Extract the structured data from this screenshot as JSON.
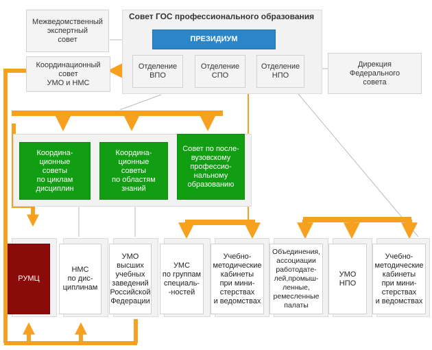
{
  "expert_council": "Межведомственный\nэкспертный\nсовет",
  "council_title": "Совет ГОС профессионального образования",
  "presidium": "ПРЕЗИДИУМ",
  "coord_council": "Координационный\nсовет\nУМО и НМС",
  "dept_vpo": "Отделение\nВПО",
  "dept_spo": "Отделение\nСПО",
  "dept_npo": "Отделение\nНПО",
  "directorate": "Дирекция\nФедерального\nсовета",
  "green_boxes": [
    "Координа-\nционные\nсоветы\nпо циклам\nдисциплин",
    "Координа-\nционные\nсоветы\nпо областям\nзнаний",
    "Совет по после-\nвузовскому\nпрофессио-\nнальному\nобразованию"
  ],
  "bottom_boxes": [
    "РУМЦ",
    "НМС\nпо дис-\nциплинам",
    "УМО\nвысших\nучебных\nзаведений\nРоссийской\nФедерации",
    "УМС\nпо группам\nспециаль-\n-ностей",
    "Учебно-\nметодические\nкабинеты\nпри мини-\nстерствах\nи ведомствах",
    "Объединения,\nассоциации\nработодате-\nлей,промыш-\nленные,\nремесленные\nпалаты",
    "УМО\nНПО",
    "Учебно-\nметодические\nкабинеты\nпри мини-\nстерствах\nи ведомствах"
  ],
  "colors": {
    "orange": "#f5a01e",
    "green": "#129e12",
    "blue": "#2a86c8",
    "dark_red": "#8b0a0a",
    "gray_line": "#bbbbbb"
  }
}
